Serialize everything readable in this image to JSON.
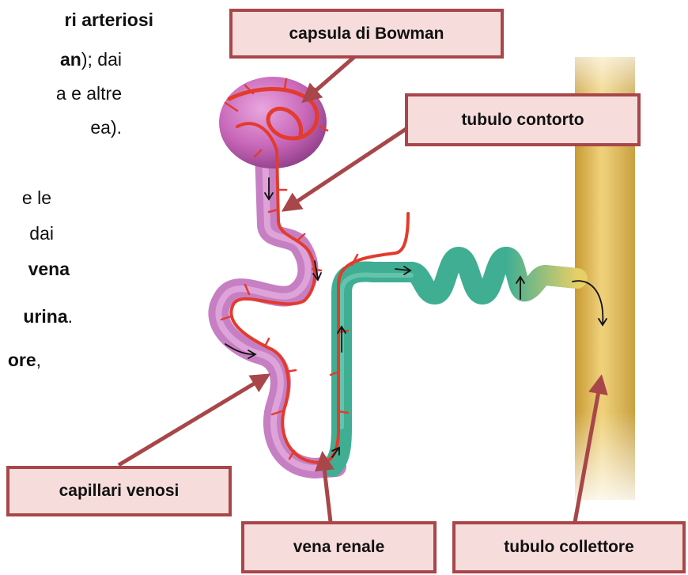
{
  "text_fragments": [
    {
      "segments": [
        {
          "text": "ri arteriosi",
          "bold": true
        }
      ]
    },
    {
      "segments": [
        {
          "text": "an",
          "bold": true
        },
        {
          "text": "); dai",
          "bold": false
        }
      ]
    },
    {
      "segments": [
        {
          "text": "a e altre",
          "bold": false
        }
      ]
    },
    {
      "segments": [
        {
          "text": "ea).",
          "bold": false
        }
      ]
    },
    {
      "segments": [
        {
          "text": "e le",
          "bold": false
        }
      ]
    },
    {
      "segments": [
        {
          "text": "dai",
          "bold": false
        }
      ]
    },
    {
      "segments": [
        {
          "text": "vena",
          "bold": true
        }
      ]
    },
    {
      "segments": [
        {
          "text": "urina",
          "bold": true
        },
        {
          "text": ".",
          "bold": false
        }
      ]
    },
    {
      "segments": [
        {
          "text": "ore",
          "bold": true
        },
        {
          "text": ",",
          "bold": false
        }
      ]
    }
  ],
  "labels": {
    "capsule": "capsula di Bowman",
    "convoluted_tubule": "tubulo contorto",
    "venous_capillaries": "capillari venosi",
    "renal_vein": "vena renale",
    "collecting_duct": "tubulo collettore"
  },
  "colors": {
    "label_fill": "#f7dcdc",
    "label_border": "#a8464a",
    "pointer_arrow": "#a8464a",
    "capsule": "#c766b8",
    "tubule_pink": "#c77fc4",
    "tubule_green": "#3fae93",
    "collecting_duct": "#e0bc5a",
    "blood_vessel": "#e33b2c"
  }
}
